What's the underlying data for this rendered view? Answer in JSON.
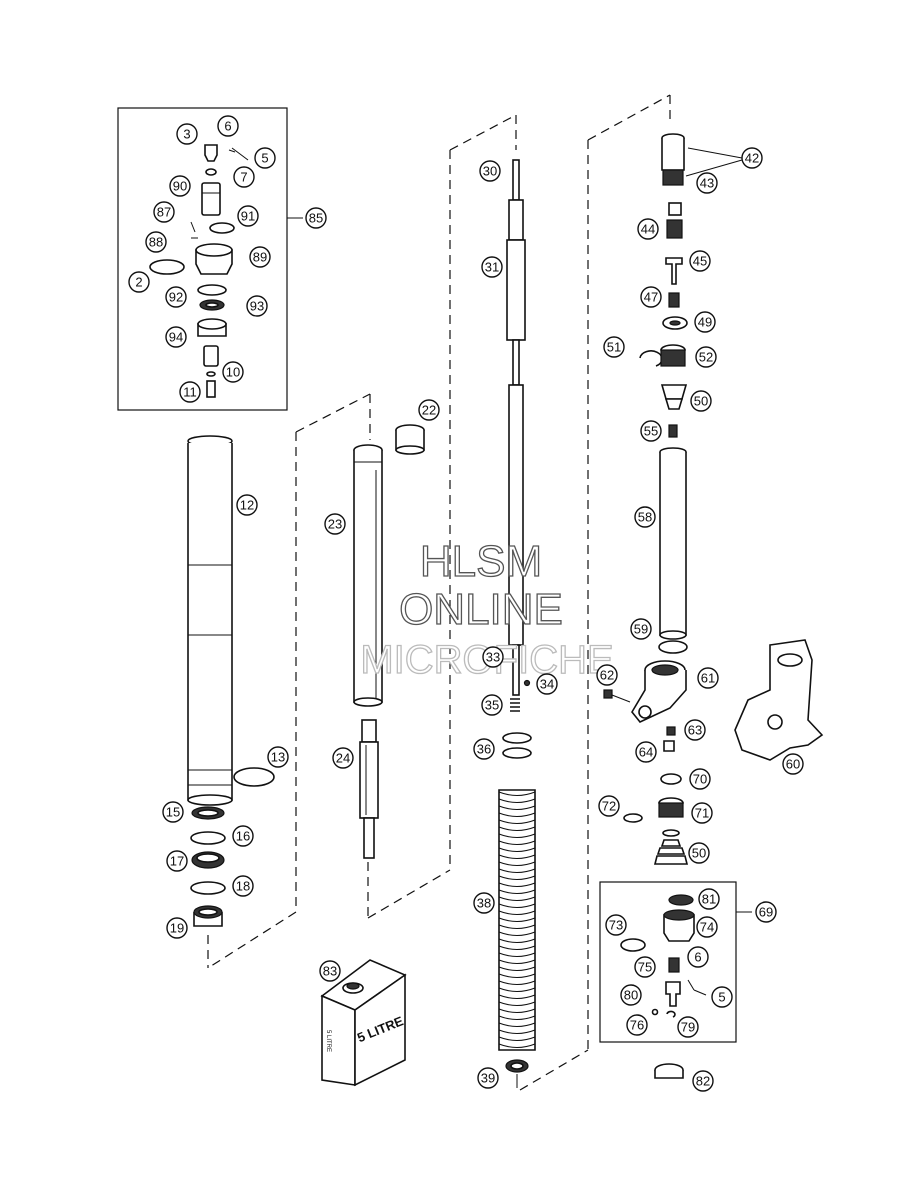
{
  "watermark": {
    "line1": "HLSM",
    "line2": "ONLINE",
    "line3": "MICROFICHE"
  },
  "oil_can": {
    "label_large": "5 LITRE",
    "label_small": "5 LITRE"
  },
  "callouts": {
    "c3": "3",
    "c6a": "6",
    "c5a": "5",
    "c7": "7",
    "c90": "90",
    "c87": "87",
    "c91": "91",
    "c85": "85",
    "c88": "88",
    "c89": "89",
    "c2": "2",
    "c92": "92",
    "c93": "93",
    "c94": "94",
    "c10": "10",
    "c11": "11",
    "c12": "12",
    "c13": "13",
    "c15": "15",
    "c16": "16",
    "c17": "17",
    "c18": "18",
    "c19": "19",
    "c22": "22",
    "c23": "23",
    "c24": "24",
    "c30": "30",
    "c31": "31",
    "c33": "33",
    "c34": "34",
    "c35": "35",
    "c36": "36",
    "c38": "38",
    "c39": "39",
    "c83": "83",
    "c42": "42",
    "c43": "43",
    "c44": "44",
    "c45": "45",
    "c47": "47",
    "c49": "49",
    "c51": "51",
    "c52": "52",
    "c50a": "50",
    "c55": "55",
    "c58": "58",
    "c59": "59",
    "c62": "62",
    "c61": "61",
    "c60": "60",
    "c63": "63",
    "c64": "64",
    "c70": "70",
    "c72": "72",
    "c71": "71",
    "c50b": "50",
    "c81": "81",
    "c69": "69",
    "c73": "73",
    "c74": "74",
    "c6b": "6",
    "c75": "75",
    "c5b": "5",
    "c80": "80",
    "c76": "76",
    "c79": "79",
    "c82": "82"
  }
}
